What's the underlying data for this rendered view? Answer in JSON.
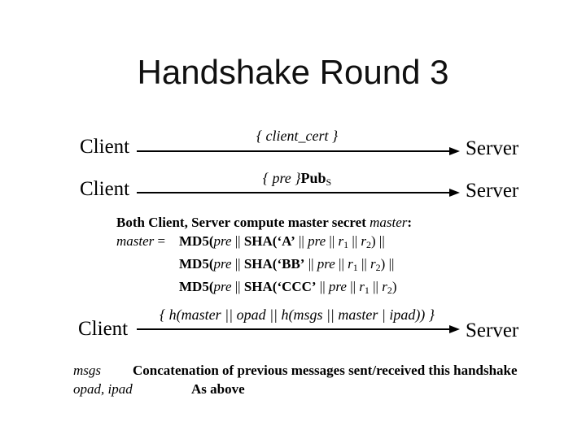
{
  "colors": {
    "background": "#ffffff",
    "text": "#000000"
  },
  "slide": {
    "title": "Handshake Round 3",
    "messages": [
      {
        "from": "Client",
        "to": "Server",
        "label_runs": [
          {
            "t": "{ client_cert }",
            "c": "i"
          }
        ]
      },
      {
        "from": "Client",
        "to": "Server",
        "label_runs": [
          {
            "t": "{ pre }",
            "c": "i"
          },
          {
            "t": "Pub",
            "c": "b"
          },
          {
            "t": "S",
            "c": "sub"
          }
        ]
      },
      {
        "from": "Client",
        "to": "Server",
        "label_runs": [
          {
            "t": "{ h(master || opad || h(msgs || master | ipad)) }",
            "c": "i"
          }
        ]
      }
    ],
    "compute": {
      "heading_runs": [
        {
          "t": "Both Client, Server compute master secret ",
          "c": "b"
        },
        {
          "t": "master",
          "c": "i"
        },
        {
          "t": ":",
          "c": "b"
        }
      ],
      "prefix_runs": [
        {
          "t": "master",
          "c": "i"
        },
        {
          "t": " =",
          "c": "n"
        }
      ],
      "lines": [
        [
          {
            "t": "MD5(",
            "c": "b"
          },
          {
            "t": "pre",
            "c": "i"
          },
          {
            "t": " || ",
            "c": "n"
          },
          {
            "t": "SHA(‘A’",
            "c": "b"
          },
          {
            "t": " || ",
            "c": "n"
          },
          {
            "t": "pre",
            "c": "i"
          },
          {
            "t": " || ",
            "c": "n"
          },
          {
            "t": "r",
            "c": "i"
          },
          {
            "t": "1",
            "c": "sub"
          },
          {
            "t": " || ",
            "c": "n"
          },
          {
            "t": "r",
            "c": "i"
          },
          {
            "t": "2",
            "c": "sub"
          },
          {
            "t": ") ||",
            "c": "n"
          }
        ],
        [
          {
            "t": "MD5(",
            "c": "b"
          },
          {
            "t": "pre",
            "c": "i"
          },
          {
            "t": " || ",
            "c": "n"
          },
          {
            "t": "SHA(‘BB’",
            "c": "b"
          },
          {
            "t": " || ",
            "c": "n"
          },
          {
            "t": "pre",
            "c": "i"
          },
          {
            "t": " || ",
            "c": "n"
          },
          {
            "t": "r",
            "c": "i"
          },
          {
            "t": "1",
            "c": "sub"
          },
          {
            "t": " || ",
            "c": "n"
          },
          {
            "t": "r",
            "c": "i"
          },
          {
            "t": "2",
            "c": "sub"
          },
          {
            "t": ") ||",
            "c": "n"
          }
        ],
        [
          {
            "t": "MD5(",
            "c": "b"
          },
          {
            "t": "pre",
            "c": "i"
          },
          {
            "t": " || ",
            "c": "n"
          },
          {
            "t": "SHA(‘CCC’",
            "c": "b"
          },
          {
            "t": " || ",
            "c": "n"
          },
          {
            "t": "pre",
            "c": "i"
          },
          {
            "t": " || ",
            "c": "n"
          },
          {
            "t": "r",
            "c": "i"
          },
          {
            "t": "1",
            "c": "sub"
          },
          {
            "t": " || ",
            "c": "n"
          },
          {
            "t": "r",
            "c": "i"
          },
          {
            "t": "2",
            "c": "sub"
          },
          {
            "t": ")",
            "c": "n"
          }
        ]
      ]
    },
    "legend": [
      {
        "term": "msgs",
        "desc": "Concatenation of previous messages sent/received this handshake"
      },
      {
        "term": "opad, ipad",
        "desc": "As above"
      }
    ]
  }
}
